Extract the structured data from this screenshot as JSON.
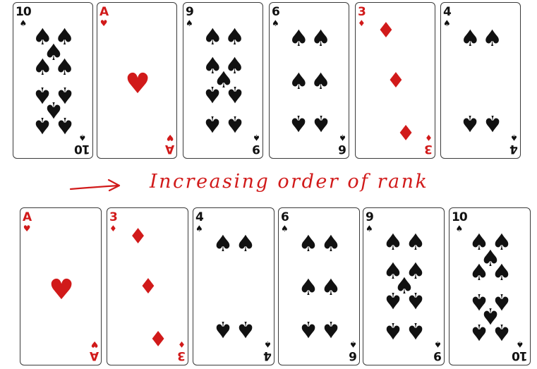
{
  "colors": {
    "red": "#d11a1a",
    "black": "#111111"
  },
  "suits": {
    "spades": "♠",
    "hearts": "♥",
    "diamonds": "♦"
  },
  "top_row": [
    {
      "rank": "10",
      "suit": "spades"
    },
    {
      "rank": "A",
      "suit": "hearts"
    },
    {
      "rank": "9",
      "suit": "spades"
    },
    {
      "rank": "6",
      "suit": "spades"
    },
    {
      "rank": "3",
      "suit": "diamonds"
    },
    {
      "rank": "4",
      "suit": "spades"
    }
  ],
  "caption": {
    "text": "Increasing order of rank"
  },
  "bottom_row": [
    {
      "rank": "A",
      "suit": "hearts"
    },
    {
      "rank": "3",
      "suit": "diamonds"
    },
    {
      "rank": "4",
      "suit": "spades"
    },
    {
      "rank": "6",
      "suit": "spades"
    },
    {
      "rank": "9",
      "suit": "spades"
    },
    {
      "rank": "10",
      "suit": "spades"
    }
  ]
}
